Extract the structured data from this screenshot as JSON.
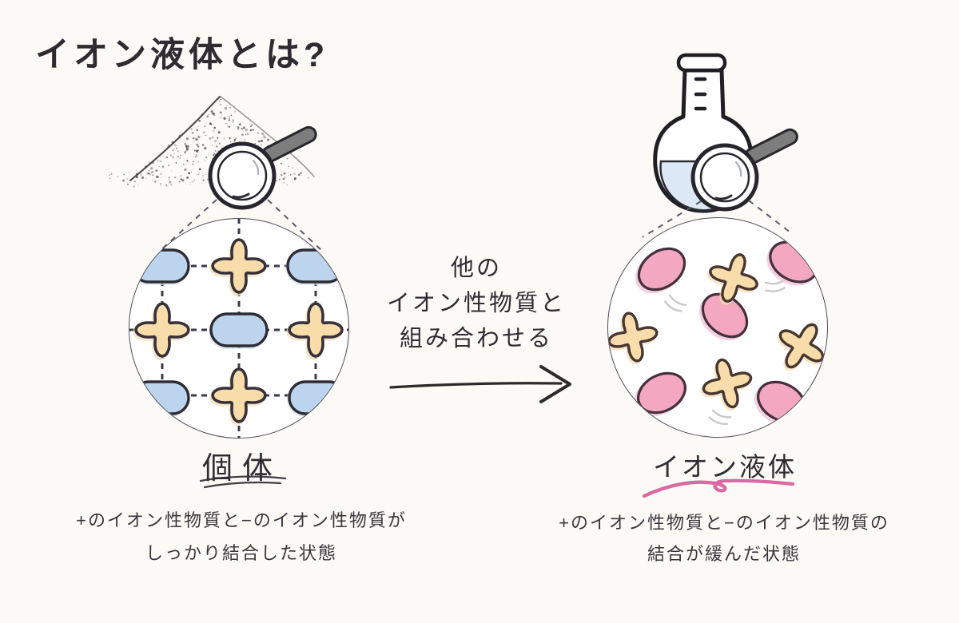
{
  "title": "イオン液体とは?",
  "left": {
    "state_label": "個体",
    "caption": [
      "+のイオン性物質と−のイオン性物質が",
      "しっかり結合した状態"
    ],
    "lattice": {
      "rows": 3,
      "cols": 3,
      "pattern": "alternating cations and anions joined by dashed bonds",
      "cation_count": 4,
      "anion_count": 5
    }
  },
  "transition": {
    "lines": [
      "他の",
      "イオン性物質と",
      "組み合わせる"
    ]
  },
  "right": {
    "state_label": "イオン液体",
    "caption": [
      "+のイオン性物質と−のイオン性物質の",
      "結合が緩んだ状態"
    ],
    "particles": {
      "cation_count": 4,
      "anion_count": 5,
      "arrangement": "loosely scattered",
      "motion_marks": 3
    }
  },
  "icons": {
    "magnifier": "magnifier-icon",
    "powder_pile": "powder-pile-icon",
    "flask": "flask-icon",
    "arrow": "right-arrow-icon"
  },
  "colors": {
    "background": "#fbfaf7",
    "ink": "#2e2c31",
    "cation_fill": "#f8dcaa",
    "cation_stroke": "#3b3230",
    "anion_solid_fill": "#bcd4ee",
    "anion_solid_stroke": "#2f2b33",
    "anion_liquid_fill": "#f3a7c0",
    "anion_liquid_stroke": "#44303b",
    "bond_line": "#3b3b47",
    "pink_underline": "#dd68a1",
    "flask_liquid": "#dce8f5",
    "handle_gray": "#7d7d7d",
    "motion_mark": "#c9c9c9"
  }
}
